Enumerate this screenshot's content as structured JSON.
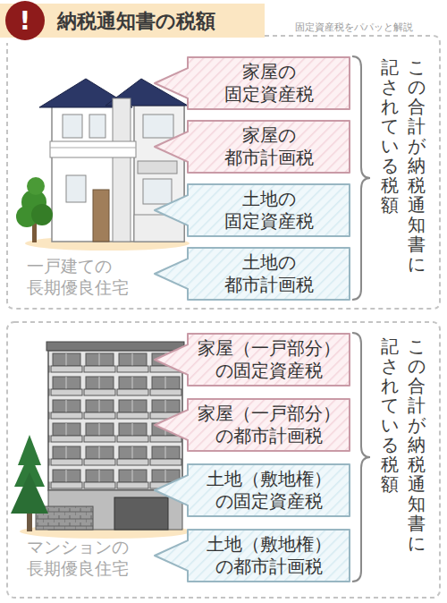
{
  "diagram": {
    "title": "納税通知書の税額",
    "nodes": [
      {
        "text": [
          "家屋の 固定資産税"
        ]
      },
      {
        "text": [
          "家屋の 都市計画税"
        ]
      },
      {
        "text": [
          "土地の 固定資産税"
        ]
      },
      {
        "text": [
          "土地の 都市計画税"
        ]
      },
      {
        "text": [
          "家屋（一戸部分） の固定資産税"
        ]
      },
      {
        "text": [
          "家屋（一戸部分） の都市計画税"
        ]
      },
      {
        "text": [
          "土地（敷地権） の固定資産税"
        ]
      },
      {
        "text": [
          "土地（敷地権） の都市計画税"
        ]
      }
    ],
    "labels": [
      "!",
      "固定資産税をパパッと解説",
      "一戸建ての 長期優良住宅",
      "この合計が納税通知書に 記されている税額",
      "マンションの 長期優良住宅",
      "この合計が納税通知書に 記されている税額"
    ]
  }
}
